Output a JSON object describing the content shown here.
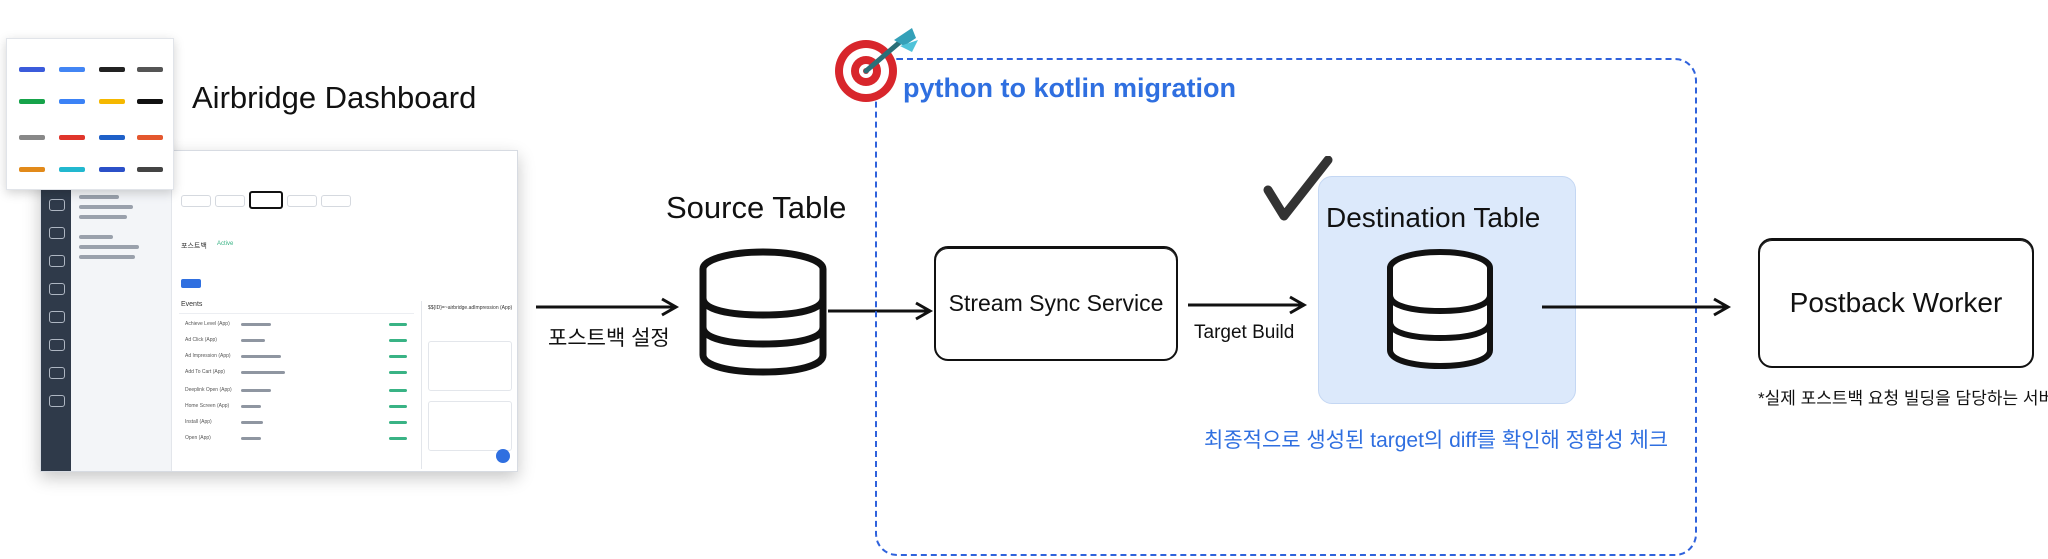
{
  "dashboard": {
    "title": "Airbridge Dashboard",
    "tab_selected": "포스트백",
    "section_title": "포스트백",
    "status": "Active",
    "events_label": "Events",
    "rows": [
      "Achieve Level (App)",
      "Ad Click (App)",
      "Ad Impression (App)",
      "Add To Cart (App)",
      "Deeplink Open (App)",
      "Home Screen (App)",
      "Install (App)",
      "Open (App)"
    ],
    "panel_title": "$${ID}=~airbridge.adImpression (App)"
  },
  "source": {
    "title": "Source Table",
    "arrow_label": "포스트백 설정"
  },
  "migration": {
    "title": "python to kotlin migration"
  },
  "stream": {
    "label": "Stream Sync Service",
    "arrow_label": "Target Build"
  },
  "destination": {
    "title": "Destination Table"
  },
  "check_note": "최종적으로 생성된 target의 diff를 확인해 정합성 체크",
  "worker": {
    "label": "Postback Worker",
    "note": "*실제 포스트백 요청 빌딩을 담당하는 서버"
  },
  "colors": {
    "accent_blue": "#2f6fe0",
    "frame_blue": "#2f62dc",
    "dest_fill": "#dce9fb",
    "target_red": "#d8262c"
  },
  "icons": [
    "database-icon",
    "target-dart-icon",
    "checkmark-icon",
    "arrow-right-icon"
  ]
}
